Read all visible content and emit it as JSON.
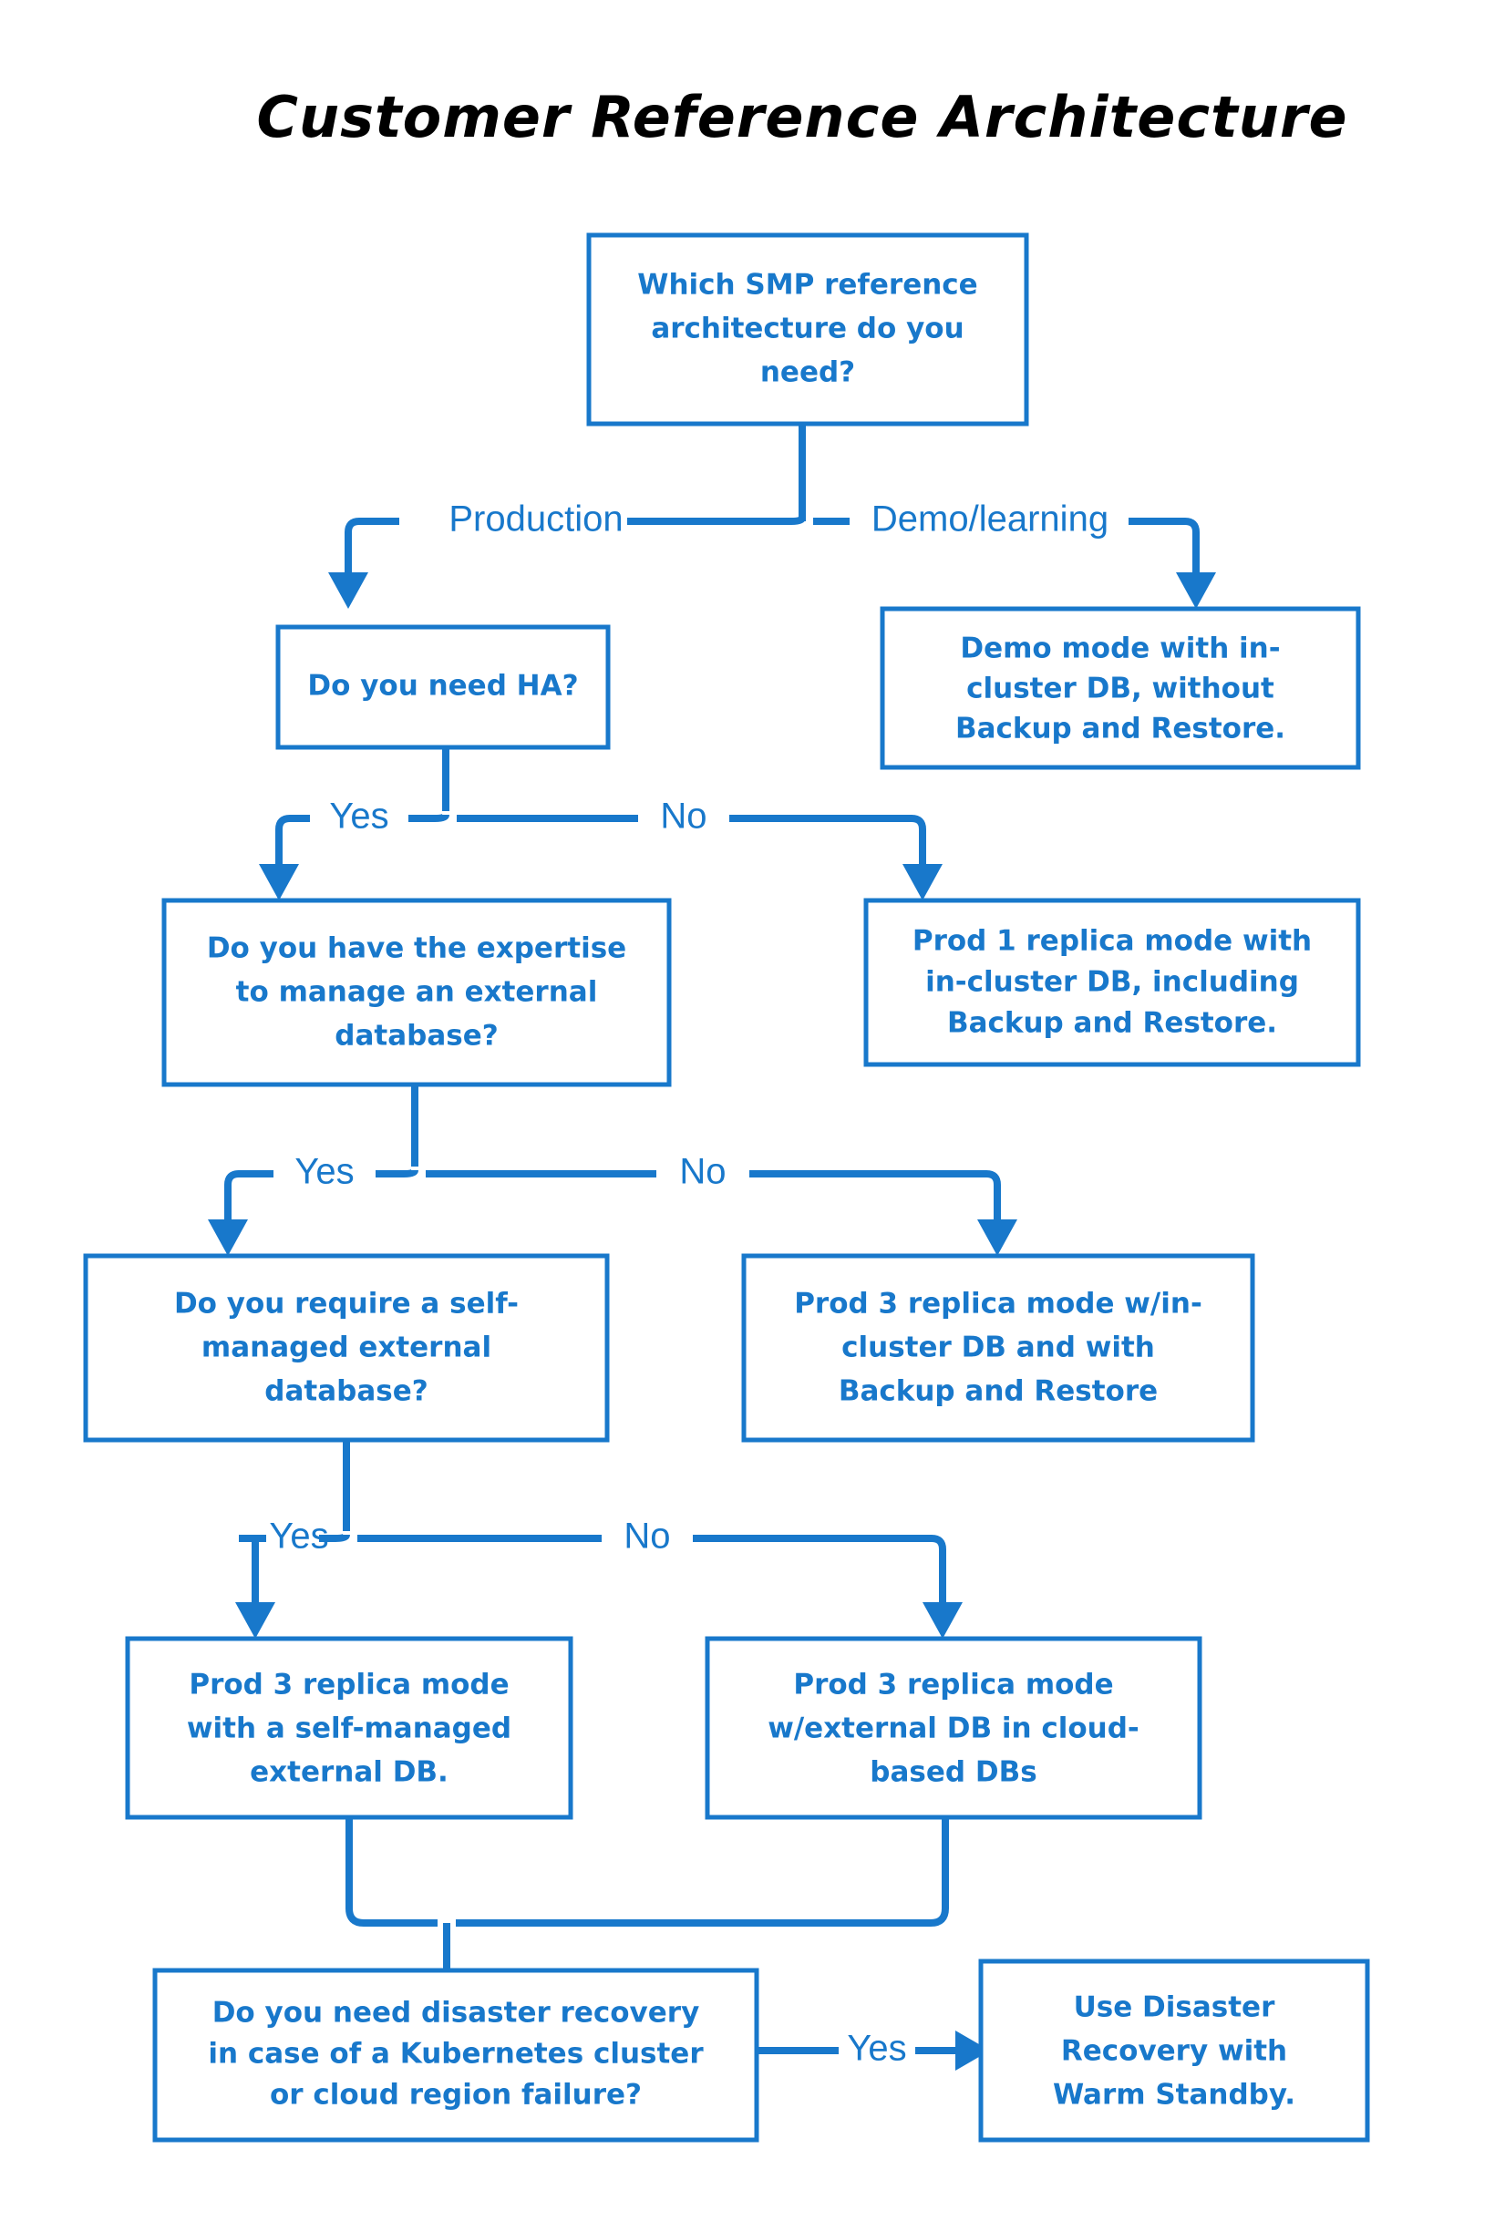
{
  "diagram": {
    "title": "Customer Reference Architecture",
    "accent_color": "#1878CB",
    "background_color": "#FFFFFF",
    "type": "flowchart"
  },
  "nodes": {
    "root_question": {
      "kind": "decision",
      "lines": [
        "Which SMP reference",
        "architecture do you",
        "need?"
      ]
    },
    "demo_outcome": {
      "kind": "outcome",
      "lines": [
        "Demo mode with in-",
        "cluster DB, without",
        "Backup and Restore."
      ]
    },
    "ha_question": {
      "kind": "decision",
      "lines": [
        "Do you need HA?"
      ]
    },
    "prod1_outcome": {
      "kind": "outcome",
      "lines": [
        "Prod 1 replica mode with",
        "in-cluster DB, including",
        "Backup and Restore."
      ]
    },
    "expertise_question": {
      "kind": "decision",
      "lines": [
        "Do you have the expertise",
        "to manage an external",
        "database?"
      ]
    },
    "prod3_incluster_outcome": {
      "kind": "outcome",
      "lines": [
        "Prod 3 replica mode w/in-",
        "cluster DB and with",
        "Backup and Restore"
      ]
    },
    "selfmanaged_question": {
      "kind": "decision",
      "lines": [
        "Do you require a self-",
        "managed external",
        "database?"
      ]
    },
    "prod3_selfmanaged_outcome": {
      "kind": "outcome",
      "lines": [
        "Prod 3 replica mode",
        "with a self-managed",
        "external DB."
      ]
    },
    "prod3_cloud_outcome": {
      "kind": "outcome",
      "lines": [
        "Prod 3 replica mode",
        "w/external DB in cloud-",
        "based DBs"
      ]
    },
    "dr_question": {
      "kind": "decision",
      "lines": [
        "Do you need disaster recovery",
        "in case of a Kubernetes cluster",
        "or cloud region failure?"
      ]
    },
    "warm_standby_outcome": {
      "kind": "outcome",
      "lines": [
        "Use Disaster",
        "Recovery with",
        "Warm Standby."
      ]
    }
  },
  "edge_labels": {
    "production": "Production",
    "demo_learning": "Demo/learning",
    "ha_yes": "Yes",
    "ha_no": "No",
    "expertise_yes": "Yes",
    "expertise_no": "No",
    "selfmanaged_yes": "Yes",
    "selfmanaged_no": "No",
    "dr_yes": "Yes"
  }
}
